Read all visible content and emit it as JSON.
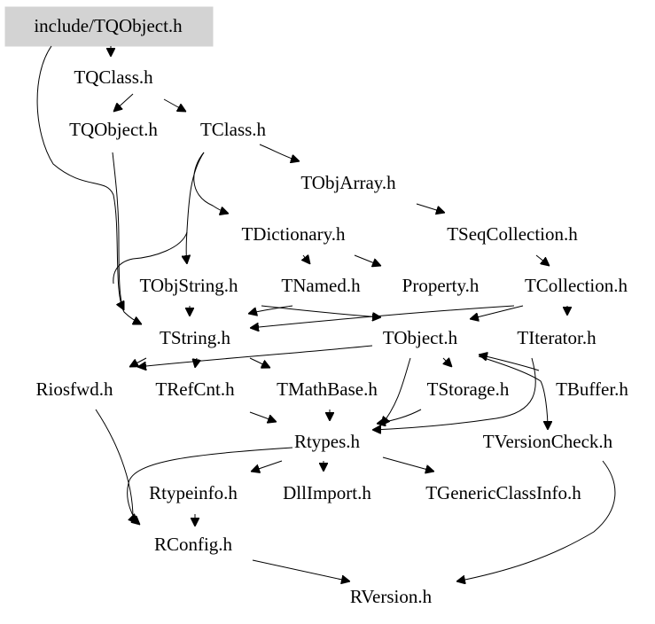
{
  "graph": {
    "root": "include/TQObject.h",
    "root_fill": "#d3d3d3",
    "nodes": {
      "root": "include/TQObject.h",
      "tqclass": "TQClass.h",
      "tqobject": "TQObject.h",
      "tclass": "TClass.h",
      "tobjarray": "TObjArray.h",
      "tdictionary": "TDictionary.h",
      "tseqcollection": "TSeqCollection.h",
      "tobjstring": "TObjString.h",
      "tnamed": "TNamed.h",
      "property": "Property.h",
      "tcollection": "TCollection.h",
      "tstring": "TString.h",
      "tobject": "TObject.h",
      "titerator": "TIterator.h",
      "riosfwd": "Riosfwd.h",
      "trefcnt": "TRefCnt.h",
      "tmathbase": "TMathBase.h",
      "tstorage": "TStorage.h",
      "tbuffer": "TBuffer.h",
      "rtypes": "Rtypes.h",
      "tversioncheck": "TVersionCheck.h",
      "rtypeinfo": "Rtypeinfo.h",
      "dllimport": "DllImport.h",
      "tgenericclassinfo": "TGenericClassInfo.h",
      "rconfig": "RConfig.h",
      "rversion": "RVersion.h"
    }
  }
}
